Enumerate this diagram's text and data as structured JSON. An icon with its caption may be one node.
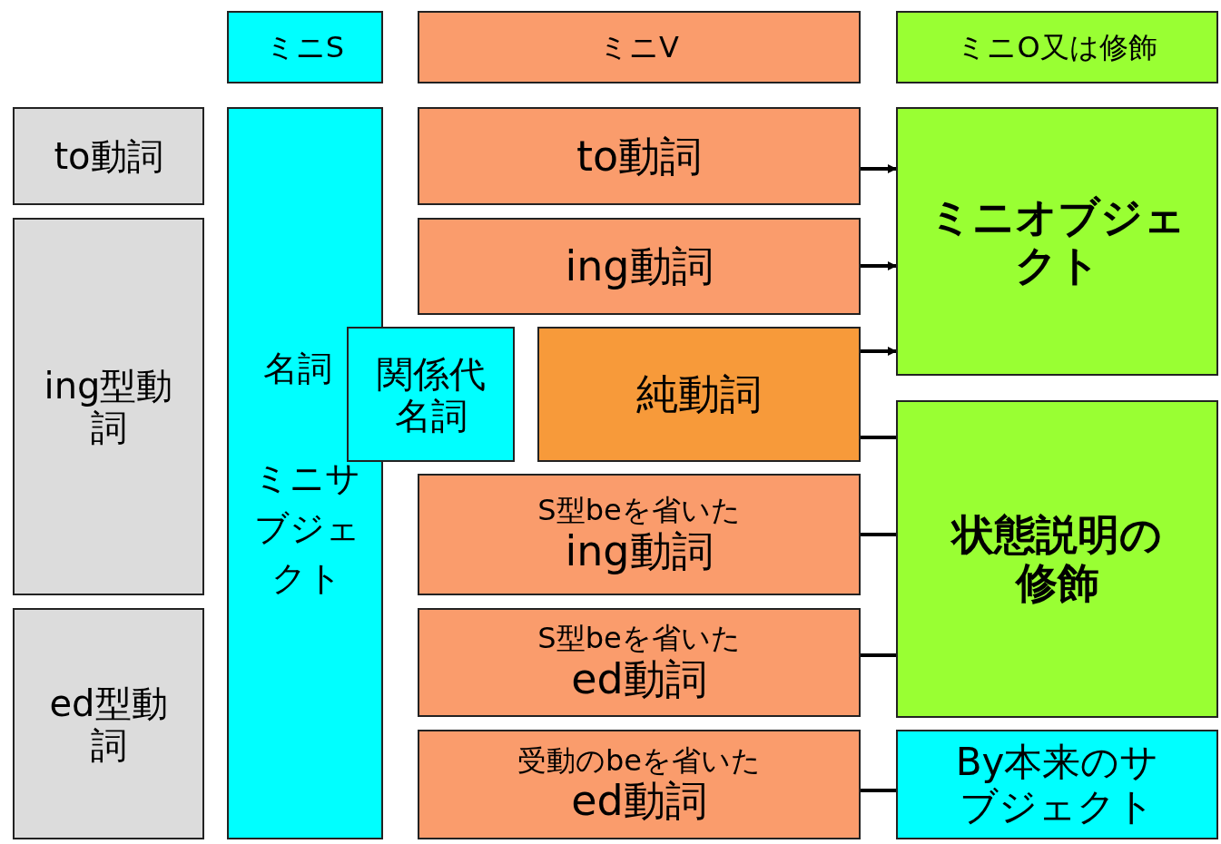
{
  "diagram": {
    "nodes": [
      {
        "text": [
          "ミニS"
        ]
      },
      {
        "text": [
          "ミニV"
        ]
      },
      {
        "text": [
          "ミニO又は修飾"
        ]
      },
      {
        "text": [
          "to動詞"
        ]
      },
      {
        "text": [
          "ing型動詞"
        ]
      },
      {
        "text": [
          "ed型動詞"
        ]
      },
      {
        "text": [
          "名詞",
          "ミニサブジェクト"
        ]
      },
      {
        "text": [
          "関係代名詞"
        ]
      },
      {
        "text": [
          "to動詞"
        ]
      },
      {
        "text": [
          "ing動詞"
        ]
      },
      {
        "text": [
          "純動詞"
        ]
      },
      {
        "text": [
          "S型beを省いた",
          "ing動詞"
        ]
      },
      {
        "text": [
          "S型beを省いた",
          "ed動詞"
        ]
      },
      {
        "text": [
          "受動のbeを省いた",
          "ed動詞"
        ]
      },
      {
        "text": [
          "ミニオブジェクト"
        ]
      },
      {
        "text": [
          "状態説明の修飾"
        ]
      },
      {
        "text": [
          "By本来のサブジェクト"
        ]
      }
    ],
    "edges": [
      {
        "from": 8,
        "to": 14,
        "arrow": "to"
      },
      {
        "from": 9,
        "to": 14,
        "arrow": "to"
      },
      {
        "from": 10,
        "to": 14,
        "arrow": "to"
      },
      {
        "from": 10,
        "to": 15,
        "arrow": "none"
      },
      {
        "from": 11,
        "to": 15,
        "arrow": "none"
      },
      {
        "from": 12,
        "to": 15,
        "arrow": "none"
      },
      {
        "from": 13,
        "to": 16,
        "arrow": "none"
      }
    ]
  }
}
